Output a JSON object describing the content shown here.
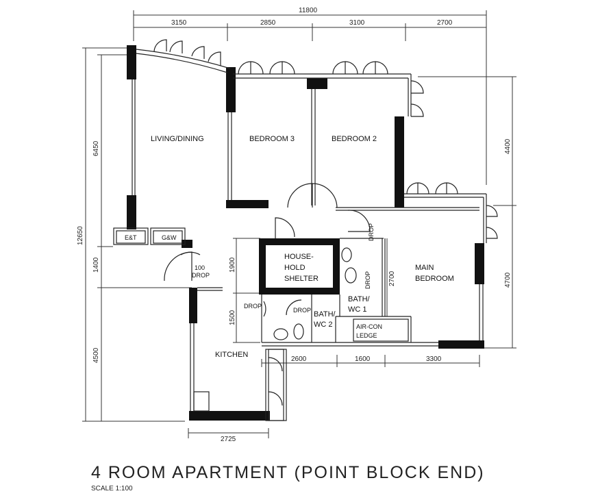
{
  "title": "4 ROOM APARTMENT (POINT BLOCK END)",
  "scale": "SCALE  1:100",
  "rooms": {
    "living_dining": "LIVING/DINING",
    "bedroom3": "BEDROOM 3",
    "bedroom2": "BEDROOM 2",
    "main_bedroom_1": "MAIN",
    "main_bedroom_2": "BEDROOM",
    "shelter_1": "HOUSE-",
    "shelter_2": "HOLD",
    "shelter_3": "SHELTER",
    "bath1_1": "BATH/",
    "bath1_2": "WC 1",
    "bath2_1": "BATH/",
    "bath2_2": "WC 2",
    "aircon_1": "AIR-CON",
    "aircon_2": "LEDGE",
    "kitchen": "KITCHEN",
    "et": "E&T",
    "gw": "G&W"
  },
  "labels": {
    "drop_100": "100",
    "drop_main": "DROP",
    "drop_kitchen": "DROP",
    "drop_bath2": "DROP",
    "drop_bath1_top": "DROP",
    "drop_bath1_side": "DROP"
  },
  "dimensions": {
    "total_top": "11800",
    "top": [
      "3150",
      "2850",
      "3100",
      "2700"
    ],
    "left_total": "12650",
    "left": [
      "6450",
      "1400",
      "4500"
    ],
    "right": [
      "4400",
      "4700"
    ],
    "inner_top": [
      "2600",
      "1600",
      "3300"
    ],
    "inner_left": [
      "1900",
      "1500"
    ],
    "bath_height": "2700",
    "kitchen_bottom": "2725"
  }
}
